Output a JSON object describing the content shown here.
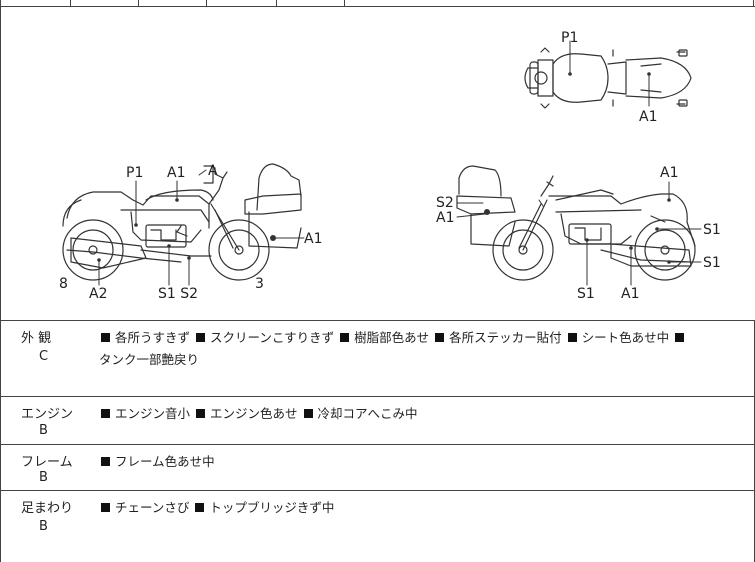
{
  "diagram": {
    "labels": {
      "top_p1": "P1",
      "top_a1": "A1",
      "left_p1": "P1",
      "left_a1": "A1",
      "left_a": "A",
      "left_a1_tail": "A1",
      "left_8": "8",
      "left_a2": "A2",
      "left_s1s2": "S1 S2",
      "left_3": "3",
      "right_a1_top": "A1",
      "right_s2": "S2",
      "right_a1_left": "A1",
      "right_s1_a": "S1",
      "right_s1_b": "S1",
      "right_s1_bottom": "S1",
      "right_a1_bottom": "A1"
    }
  },
  "rows": [
    {
      "category": "外 観",
      "grade": "C",
      "items_line1": [
        "各所うすきず",
        "スクリーンこすりきず",
        "樹脂部色あせ",
        "各所ステッカー貼付",
        "シート色あせ中",
        ""
      ],
      "items_line2": "タンク一部艶戻り"
    },
    {
      "category": "エンジン",
      "grade": "B",
      "items_line1": [
        "エンジン音小",
        "エンジン色あせ",
        "冷却コアへこみ中"
      ]
    },
    {
      "category": "フレーム",
      "grade": "B",
      "items_line1": [
        "フレーム色あせ中"
      ]
    },
    {
      "category": "足まわり",
      "grade": "B",
      "items_line1": [
        "チェーンさび",
        "トップブリッジきず中"
      ]
    }
  ]
}
